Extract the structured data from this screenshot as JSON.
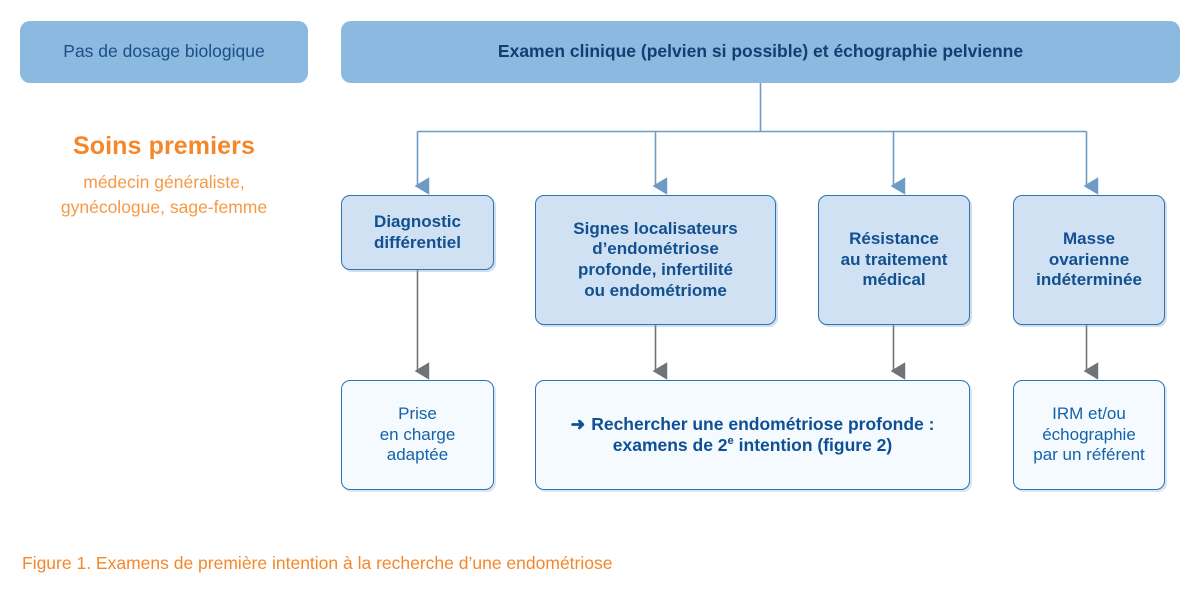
{
  "figure": {
    "caption": "Figure 1. Examens de première intention à la recherche d’une endométriose",
    "caption_color": "#F5872B"
  },
  "colors": {
    "banner_fill": "#8CB9E0",
    "banner_text": "#14487F",
    "criteria_fill": "#CFE1F3",
    "criteria_border": "#2E74B5",
    "criteria_text": "#12508F",
    "outcome_fill": "#F4FAFE",
    "outcome_text": "#1463A8",
    "connector_top": "#6E9BC5",
    "connector_bottom": "#6E7478",
    "accent_orange": "#F5872B"
  },
  "banners": {
    "no_biology": "Pas de dosage biologique",
    "clinical_exam": "Examen clinique (pelvien si possible) et échographie pelvienne"
  },
  "legend": {
    "title": "Soins premiers",
    "subtitle_line1": "médecin généraliste,",
    "subtitle_line2": "gynécologue, sage-femme"
  },
  "criteria": [
    {
      "id": "diagnostic-differentiel",
      "lines": [
        "Diagnostic",
        "différentiel"
      ]
    },
    {
      "id": "signes-localisateurs",
      "lines": [
        "Signes localisateurs",
        "d’endométriose",
        "profonde, infertilité",
        "ou endométriome"
      ]
    },
    {
      "id": "resistance-traitement",
      "lines": [
        "Résistance",
        "au traitement",
        "médical"
      ]
    },
    {
      "id": "masse-ovarienne",
      "lines": [
        "Masse",
        "ovarienne",
        "indéterminée"
      ]
    }
  ],
  "outcomes": {
    "prise_en_charge": {
      "lines": [
        "Prise",
        "en charge",
        "adaptée"
      ]
    },
    "rechercher": {
      "arrow": "➜",
      "line1": "Rechercher une endométriose profonde :",
      "line2_a": "examens de 2",
      "line2_sup": "e",
      "line2_b": " intention (figure 2)"
    },
    "irm": {
      "lines": [
        "IRM et/ou",
        "échographie",
        "par un référent"
      ]
    }
  }
}
